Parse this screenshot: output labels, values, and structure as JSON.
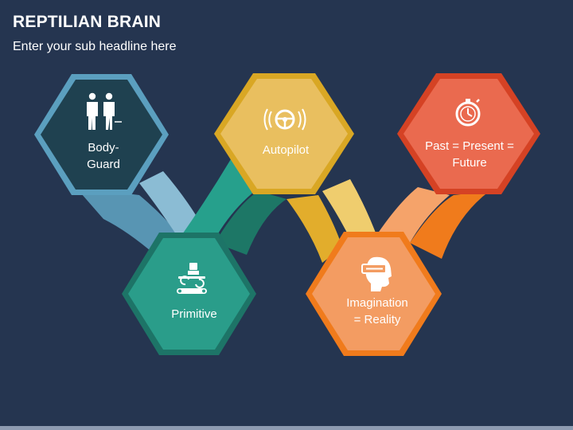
{
  "slide": {
    "title": "REPTILIAN BRAIN",
    "subtitle": "Enter your sub headline here"
  },
  "nodes": [
    {
      "id": "body-guard",
      "label": "Body-\nGuard",
      "icon": "bodyguard-icon",
      "color": "#1f4150",
      "border": "#5b9fbf"
    },
    {
      "id": "primitive",
      "label": "Primitive",
      "icon": "conveyor-robot-icon",
      "color": "#2a9d8a",
      "border": "#1d7467"
    },
    {
      "id": "autopilot",
      "label": "Autopilot",
      "icon": "steering-wheel-icon",
      "color": "#e9bf5f",
      "border": "#d9a724"
    },
    {
      "id": "imagination",
      "label": "Imagination\n= Reality",
      "icon": "vr-headset-icon",
      "color": "#f39c62",
      "border": "#f07b1c"
    },
    {
      "id": "past-present-future",
      "label": "Past = Present =\nFuture",
      "icon": "stopwatch-icon",
      "color": "#ea6a4f",
      "border": "#d54224"
    }
  ]
}
